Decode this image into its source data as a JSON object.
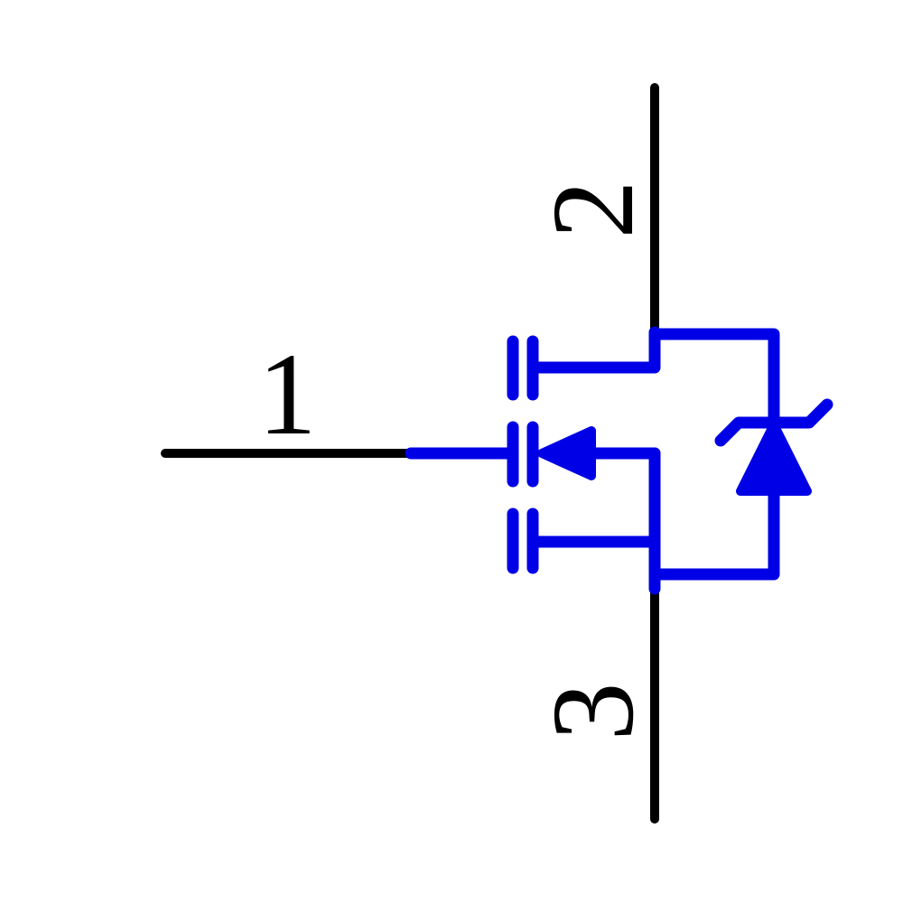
{
  "diagram": {
    "type": "schematic-symbol",
    "component": "n-channel mosfet with zener body diode",
    "pins": [
      {
        "number": "1",
        "role": "gate"
      },
      {
        "number": "2",
        "role": "drain"
      },
      {
        "number": "3",
        "role": "source"
      }
    ],
    "colors": {
      "pin": "#000000",
      "body": "#0000e6",
      "background": "#ffffff"
    }
  }
}
